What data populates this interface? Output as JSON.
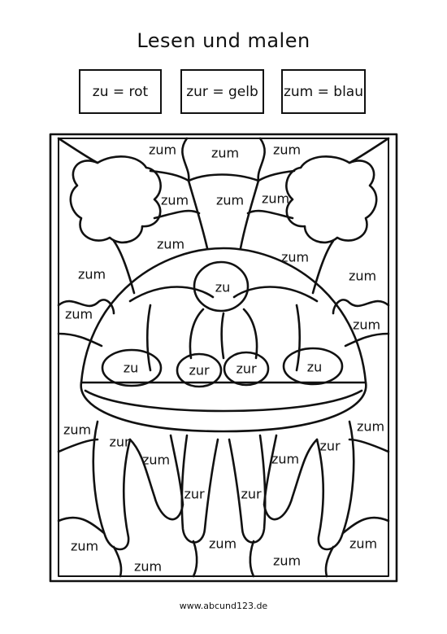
{
  "title": "Lesen und malen",
  "legend": [
    {
      "text": "zu = rot"
    },
    {
      "text": "zur = gelb"
    },
    {
      "text": "zum = blau"
    }
  ],
  "regions": [
    {
      "word": "zum"
    },
    {
      "word": "zum"
    },
    {
      "word": "zum"
    },
    {
      "word": "zum"
    },
    {
      "word": "zum"
    },
    {
      "word": "zum"
    },
    {
      "word": "zum"
    },
    {
      "word": "zum"
    },
    {
      "word": "zum"
    },
    {
      "word": "zum"
    },
    {
      "word": "zu"
    },
    {
      "word": "zum"
    },
    {
      "word": "zum"
    },
    {
      "word": "zu"
    },
    {
      "word": "zur"
    },
    {
      "word": "zur"
    },
    {
      "word": "zu"
    },
    {
      "word": "zum"
    },
    {
      "word": "zum"
    },
    {
      "word": "zur"
    },
    {
      "word": "zur"
    },
    {
      "word": "zum"
    },
    {
      "word": "zum"
    },
    {
      "word": "zur"
    },
    {
      "word": "zur"
    },
    {
      "word": "zum"
    },
    {
      "word": "zum"
    },
    {
      "word": "zum"
    },
    {
      "word": "zum"
    }
  ],
  "footer": "www.abcund123.de"
}
